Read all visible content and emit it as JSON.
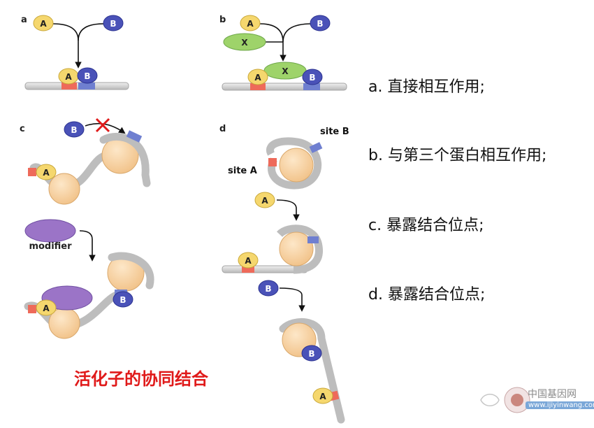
{
  "panels": {
    "a": {
      "letter": "a"
    },
    "b": {
      "letter": "b"
    },
    "c": {
      "letter": "c",
      "modifier_label": "modifier"
    },
    "d": {
      "letter": "d",
      "site_a_label": "site A",
      "site_b_label": "site B"
    }
  },
  "proteins": {
    "a": "A",
    "b": "B",
    "x": "X"
  },
  "captions": [
    "a. 直接相互作用;",
    "b. 与第三个蛋白相互作用;",
    "c. 暴露结合位点;",
    "d. 暴露结合位点;"
  ],
  "title": "活化子的协同结合",
  "watermark": {
    "name": "中国基因网",
    "url": "www.ijiyinwang.com"
  },
  "colors": {
    "protein_a": "#f5d76e",
    "protein_b": "#4a52b8",
    "protein_x": "#9ed36a",
    "modifier": "#9b74c7",
    "nucleosome": "#f6d3a6",
    "dna": "#d3d3d3",
    "site_a": "#ee6a5a",
    "site_b": "#6f7fd0",
    "title": "#e01a1a"
  }
}
